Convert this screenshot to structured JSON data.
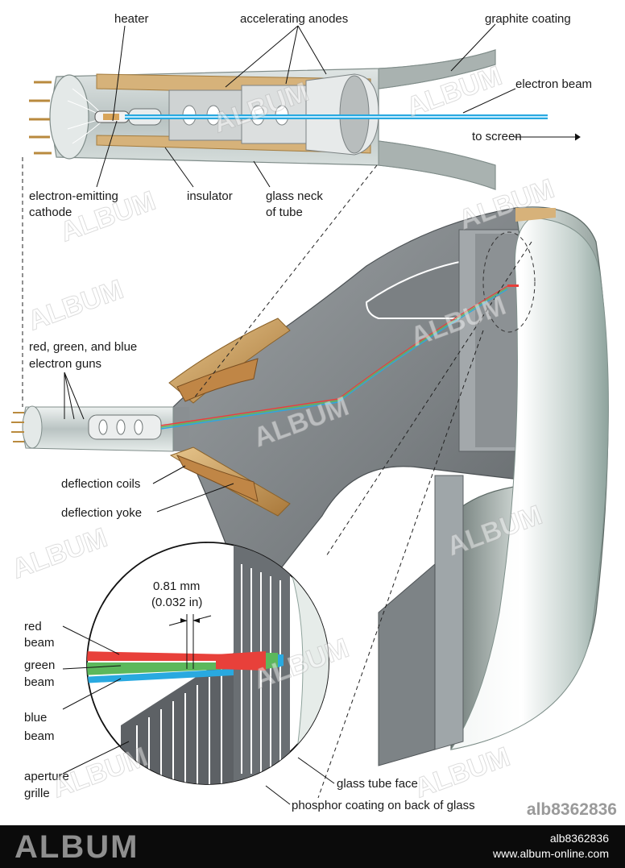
{
  "labels": {
    "heater": "heater",
    "accelerating_anodes": "accelerating anodes",
    "graphite_coating": "graphite coating",
    "electron_beam": "electron beam",
    "to_screen": "to screen",
    "cathode_line1": "electron-emitting",
    "cathode_line2": "cathode",
    "insulator": "insulator",
    "glass_neck_line1": "glass neck",
    "glass_neck_line2": "of tube",
    "guns_line1": "red, green, and blue",
    "guns_line2": "electron guns",
    "deflection_coils": "deflection coils",
    "deflection_yoke": "deflection yoke",
    "spacing_line1": "0.81 mm",
    "spacing_line2": "(0.032 in)",
    "red_beam_line1": "red",
    "red_beam_line2": "beam",
    "green_beam_line1": "green",
    "green_beam_line2": "beam",
    "blue_beam_line1": "blue",
    "blue_beam_line2": "beam",
    "aperture_line1": "aperture",
    "aperture_line2": "grille",
    "glass_tube_face": "glass tube face",
    "phosphor_coating": "phosphor coating on back of glass"
  },
  "watermark": {
    "text": "ALBUM",
    "image_code": "alb8362836",
    "site": "www.album-online.com"
  },
  "colors": {
    "red_beam": "#e8403a",
    "green_beam": "#5cb85c",
    "blue_beam": "#29a9e0",
    "beam_core": "#8fd6f5",
    "glass": "#cfd8d6",
    "funnel": "#7f8386",
    "copper": "#c89a52"
  }
}
